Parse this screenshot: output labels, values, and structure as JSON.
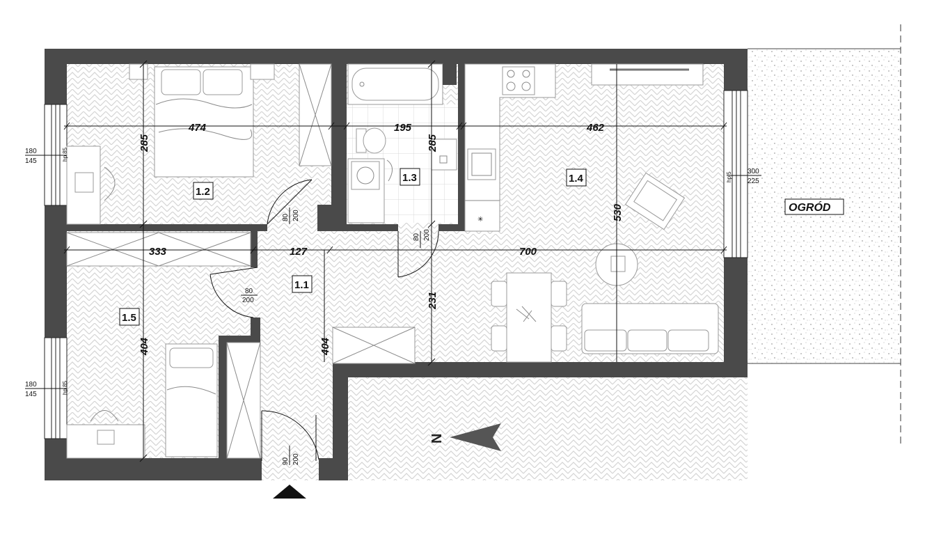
{
  "rooms": {
    "r12": "1.2",
    "r13": "1.3",
    "r14": "1.4",
    "r11": "1.1",
    "r15": "1.5"
  },
  "garden_label": "OGRÓD",
  "compass_letter": "N",
  "dimensions": {
    "d474": "474",
    "d195": "195",
    "d462": "462",
    "d285a": "285",
    "d285b": "285",
    "d530": "530",
    "d333": "333",
    "d127": "127",
    "d700": "700",
    "d231": "231",
    "d404a": "404",
    "d404b": "404"
  },
  "windows": {
    "w1_top": "180",
    "w1_bottom": "145",
    "w1_sill": "hp 85",
    "w2_top": "180",
    "w2_bottom": "145",
    "w2_sill": "hp 85",
    "w3_top": "300",
    "w3_bottom": "225",
    "w3_sill": "hp 5"
  },
  "doors": {
    "door12_w": "80",
    "door12_h": "200",
    "door13_w": "80",
    "door13_h": "200",
    "door15_w": "80",
    "door15_h": "200",
    "entry_w": "90",
    "entry_h": "200"
  },
  "colors": {
    "wall": "#4a4a4a",
    "floor_pattern": "#d9d9d9",
    "line": "#111111"
  }
}
